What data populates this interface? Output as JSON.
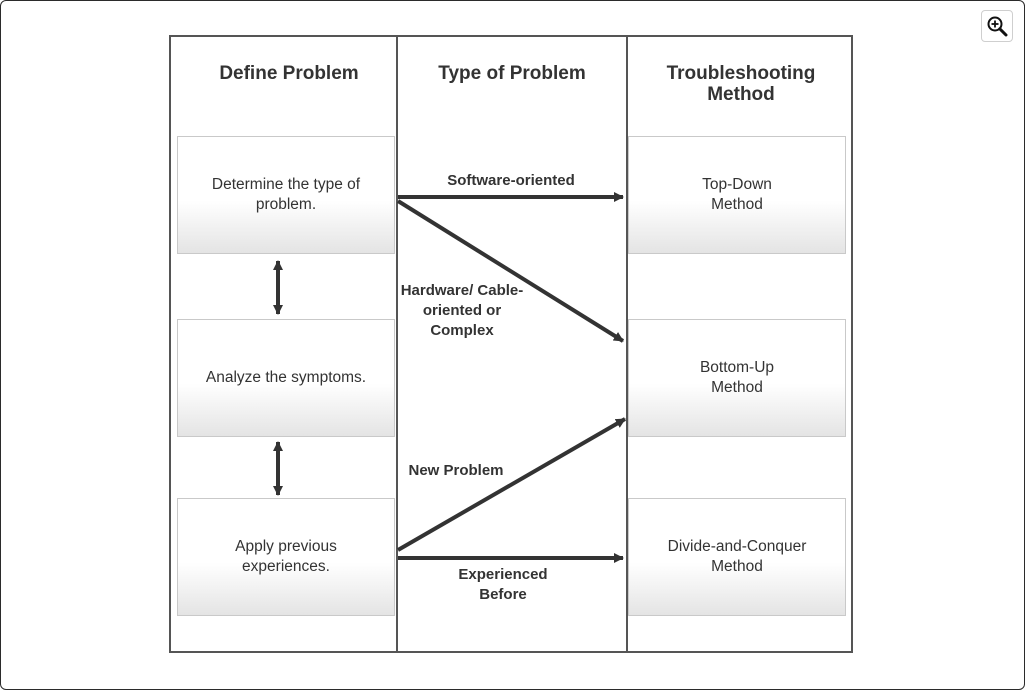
{
  "toolbar": {
    "zoom_icon": "zoom-in-icon"
  },
  "columns": {
    "define_problem": "Define Problem",
    "type_of_problem": "Type of Problem",
    "troubleshooting_method": "Troubleshooting Method"
  },
  "define_steps": [
    "Determine the type of problem.",
    "Analyze the symptoms.",
    "Apply previous experiences."
  ],
  "methods": [
    "Top-Down Method",
    "Bottom-Up Method",
    "Divide-and-Conquer Method"
  ],
  "problem_types": {
    "software": "Software-oriented",
    "hardware": "Hardware/ Cable-oriented or Complex",
    "new_problem": "New Problem",
    "experienced": "Experienced Before"
  },
  "colors": {
    "border": "#555555",
    "arrow": "#333333",
    "text": "#333333"
  }
}
